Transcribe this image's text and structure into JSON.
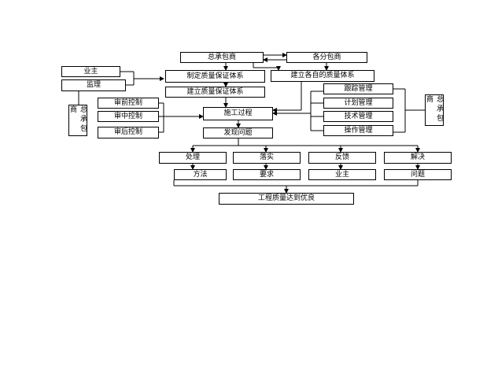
{
  "nodes": {
    "general_contractor": "总承包商",
    "subcontractors": "各分包商",
    "owner": "业主",
    "supervision": "监理",
    "gc_side_left": "总承包商",
    "formulate_system": "制定质量保证体系",
    "establish_system": "建立质量保证体系",
    "sub_quality_system": "建立各自的质量体系",
    "pre_control": "审前控制",
    "mid_control": "审中控制",
    "post_control": "审后控制",
    "construction_process": "施工过程",
    "tracking_mgmt": "跟踪管理",
    "plan_mgmt": "计划管理",
    "tech_mgmt": "技术管理",
    "operation_mgmt": "操作管理",
    "gc_side_right": "总承包商",
    "find_problems": "发现问题",
    "handle": "处理",
    "implement": "落实",
    "feedback": "反馈",
    "resolve": "解决",
    "method": "方法",
    "requirement": "要求",
    "owner_bottom": "业主",
    "problem": "问题",
    "quality_goal": "工程质量达到优良"
  }
}
